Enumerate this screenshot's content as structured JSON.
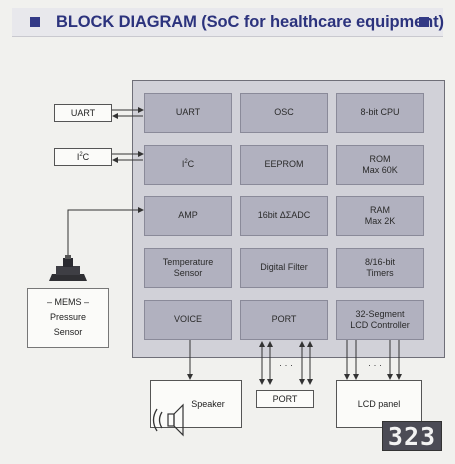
{
  "title": "BLOCK DIAGRAM (SoC for healthcare equipment)",
  "blocks": {
    "uart": "UART",
    "osc": "OSC",
    "cpu": "8-bit CPU",
    "i2c_pre": "I",
    "i2c_sup": "2",
    "i2c_post": "C",
    "eeprom": "EEPROM",
    "rom_line1": "ROM",
    "rom_line2": "Max 60K",
    "amp": "AMP",
    "adc": "16bit ΔΣADC",
    "ram_line1": "RAM",
    "ram_line2": "Max 2K",
    "temp_line1": "Temperature",
    "temp_line2": "Sensor",
    "filter": "Digital Filter",
    "timers_line1": "8/16-bit",
    "timers_line2": "Timers",
    "voice": "VOICE",
    "port": "PORT",
    "lcd_line1": "32-Segment",
    "lcd_line2": "LCD Controller"
  },
  "external": {
    "uart": "UART",
    "i2c_pre": "I",
    "i2c_sup": "2",
    "i2c_post": "C",
    "mems_line1": "– MEMS –",
    "mems_line2": "Pressure",
    "mems_line3": "Sensor",
    "speaker": "Speaker",
    "port": "PORT",
    "lcd_panel": "LCD panel",
    "lcd_readout": "323",
    "ellipsis": "· · ·"
  },
  "colors": {
    "title_text": "#2c337d",
    "soc_background": "#d1d1d8",
    "block_fill": "#b1b1bf",
    "wire": "#333333"
  },
  "icons": [
    "speaker-icon",
    "pressure-sensor-icon"
  ]
}
